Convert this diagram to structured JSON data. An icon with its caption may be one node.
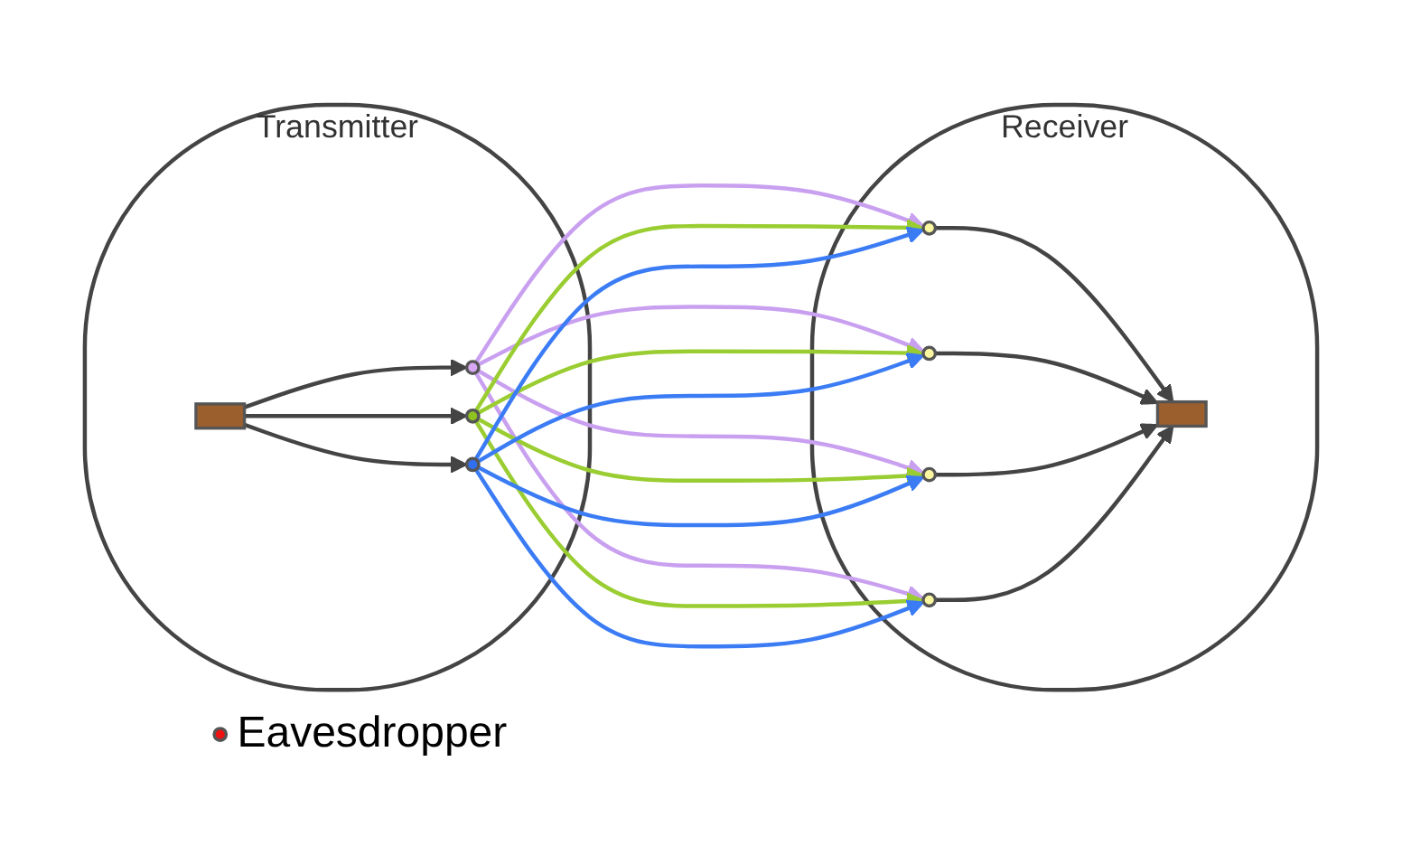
{
  "diagram": {
    "nodes": [
      {
        "text": [
          "Transmitter"
        ]
      },
      {
        "text": [],
        "shape": "box",
        "in": 0
      },
      {
        "text": [],
        "shape": "circle",
        "in": 0
      },
      {
        "text": [],
        "shape": "circle",
        "in": 0
      },
      {
        "text": [],
        "shape": "circle",
        "in": 0
      },
      {
        "text": [
          "Receiver"
        ]
      },
      {
        "text": [],
        "shape": "circle",
        "in": 5
      },
      {
        "text": [],
        "shape": "circle",
        "in": 5
      },
      {
        "text": [],
        "shape": "circle",
        "in": 5
      },
      {
        "text": [],
        "shape": "circle",
        "in": 5
      },
      {
        "text": [],
        "shape": "box",
        "in": 5
      },
      {
        "text": [],
        "shape": "circle",
        "beside": [
          "Eavesdropper"
        ]
      }
    ],
    "edges": [
      {
        "from": 1,
        "to": 2,
        "arrow": "to"
      },
      {
        "from": 1,
        "to": 3,
        "arrow": "to"
      },
      {
        "from": 1,
        "to": 4,
        "arrow": "to"
      },
      {
        "from": 2,
        "to": 6,
        "arrow": "to",
        "color": "#c9a0f0"
      },
      {
        "from": 2,
        "to": 7,
        "arrow": "to",
        "color": "#c9a0f0"
      },
      {
        "from": 2,
        "to": 8,
        "arrow": "to",
        "color": "#c9a0f0"
      },
      {
        "from": 2,
        "to": 9,
        "arrow": "to",
        "color": "#c9a0f0"
      },
      {
        "from": 3,
        "to": 6,
        "arrow": "to",
        "color": "#9acd32"
      },
      {
        "from": 3,
        "to": 7,
        "arrow": "to",
        "color": "#9acd32"
      },
      {
        "from": 3,
        "to": 8,
        "arrow": "to",
        "color": "#9acd32"
      },
      {
        "from": 3,
        "to": 9,
        "arrow": "to",
        "color": "#9acd32"
      },
      {
        "from": 4,
        "to": 6,
        "arrow": "to",
        "color": "#3b7cf5"
      },
      {
        "from": 4,
        "to": 7,
        "arrow": "to",
        "color": "#3b7cf5"
      },
      {
        "from": 4,
        "to": 8,
        "arrow": "to",
        "color": "#3b7cf5"
      },
      {
        "from": 4,
        "to": 9,
        "arrow": "to",
        "color": "#3b7cf5"
      },
      {
        "from": 6,
        "to": 10,
        "arrow": "to"
      },
      {
        "from": 7,
        "to": 10,
        "arrow": "to"
      },
      {
        "from": 8,
        "to": 10,
        "arrow": "to"
      },
      {
        "from": 9,
        "to": 10,
        "arrow": "to"
      }
    ]
  }
}
